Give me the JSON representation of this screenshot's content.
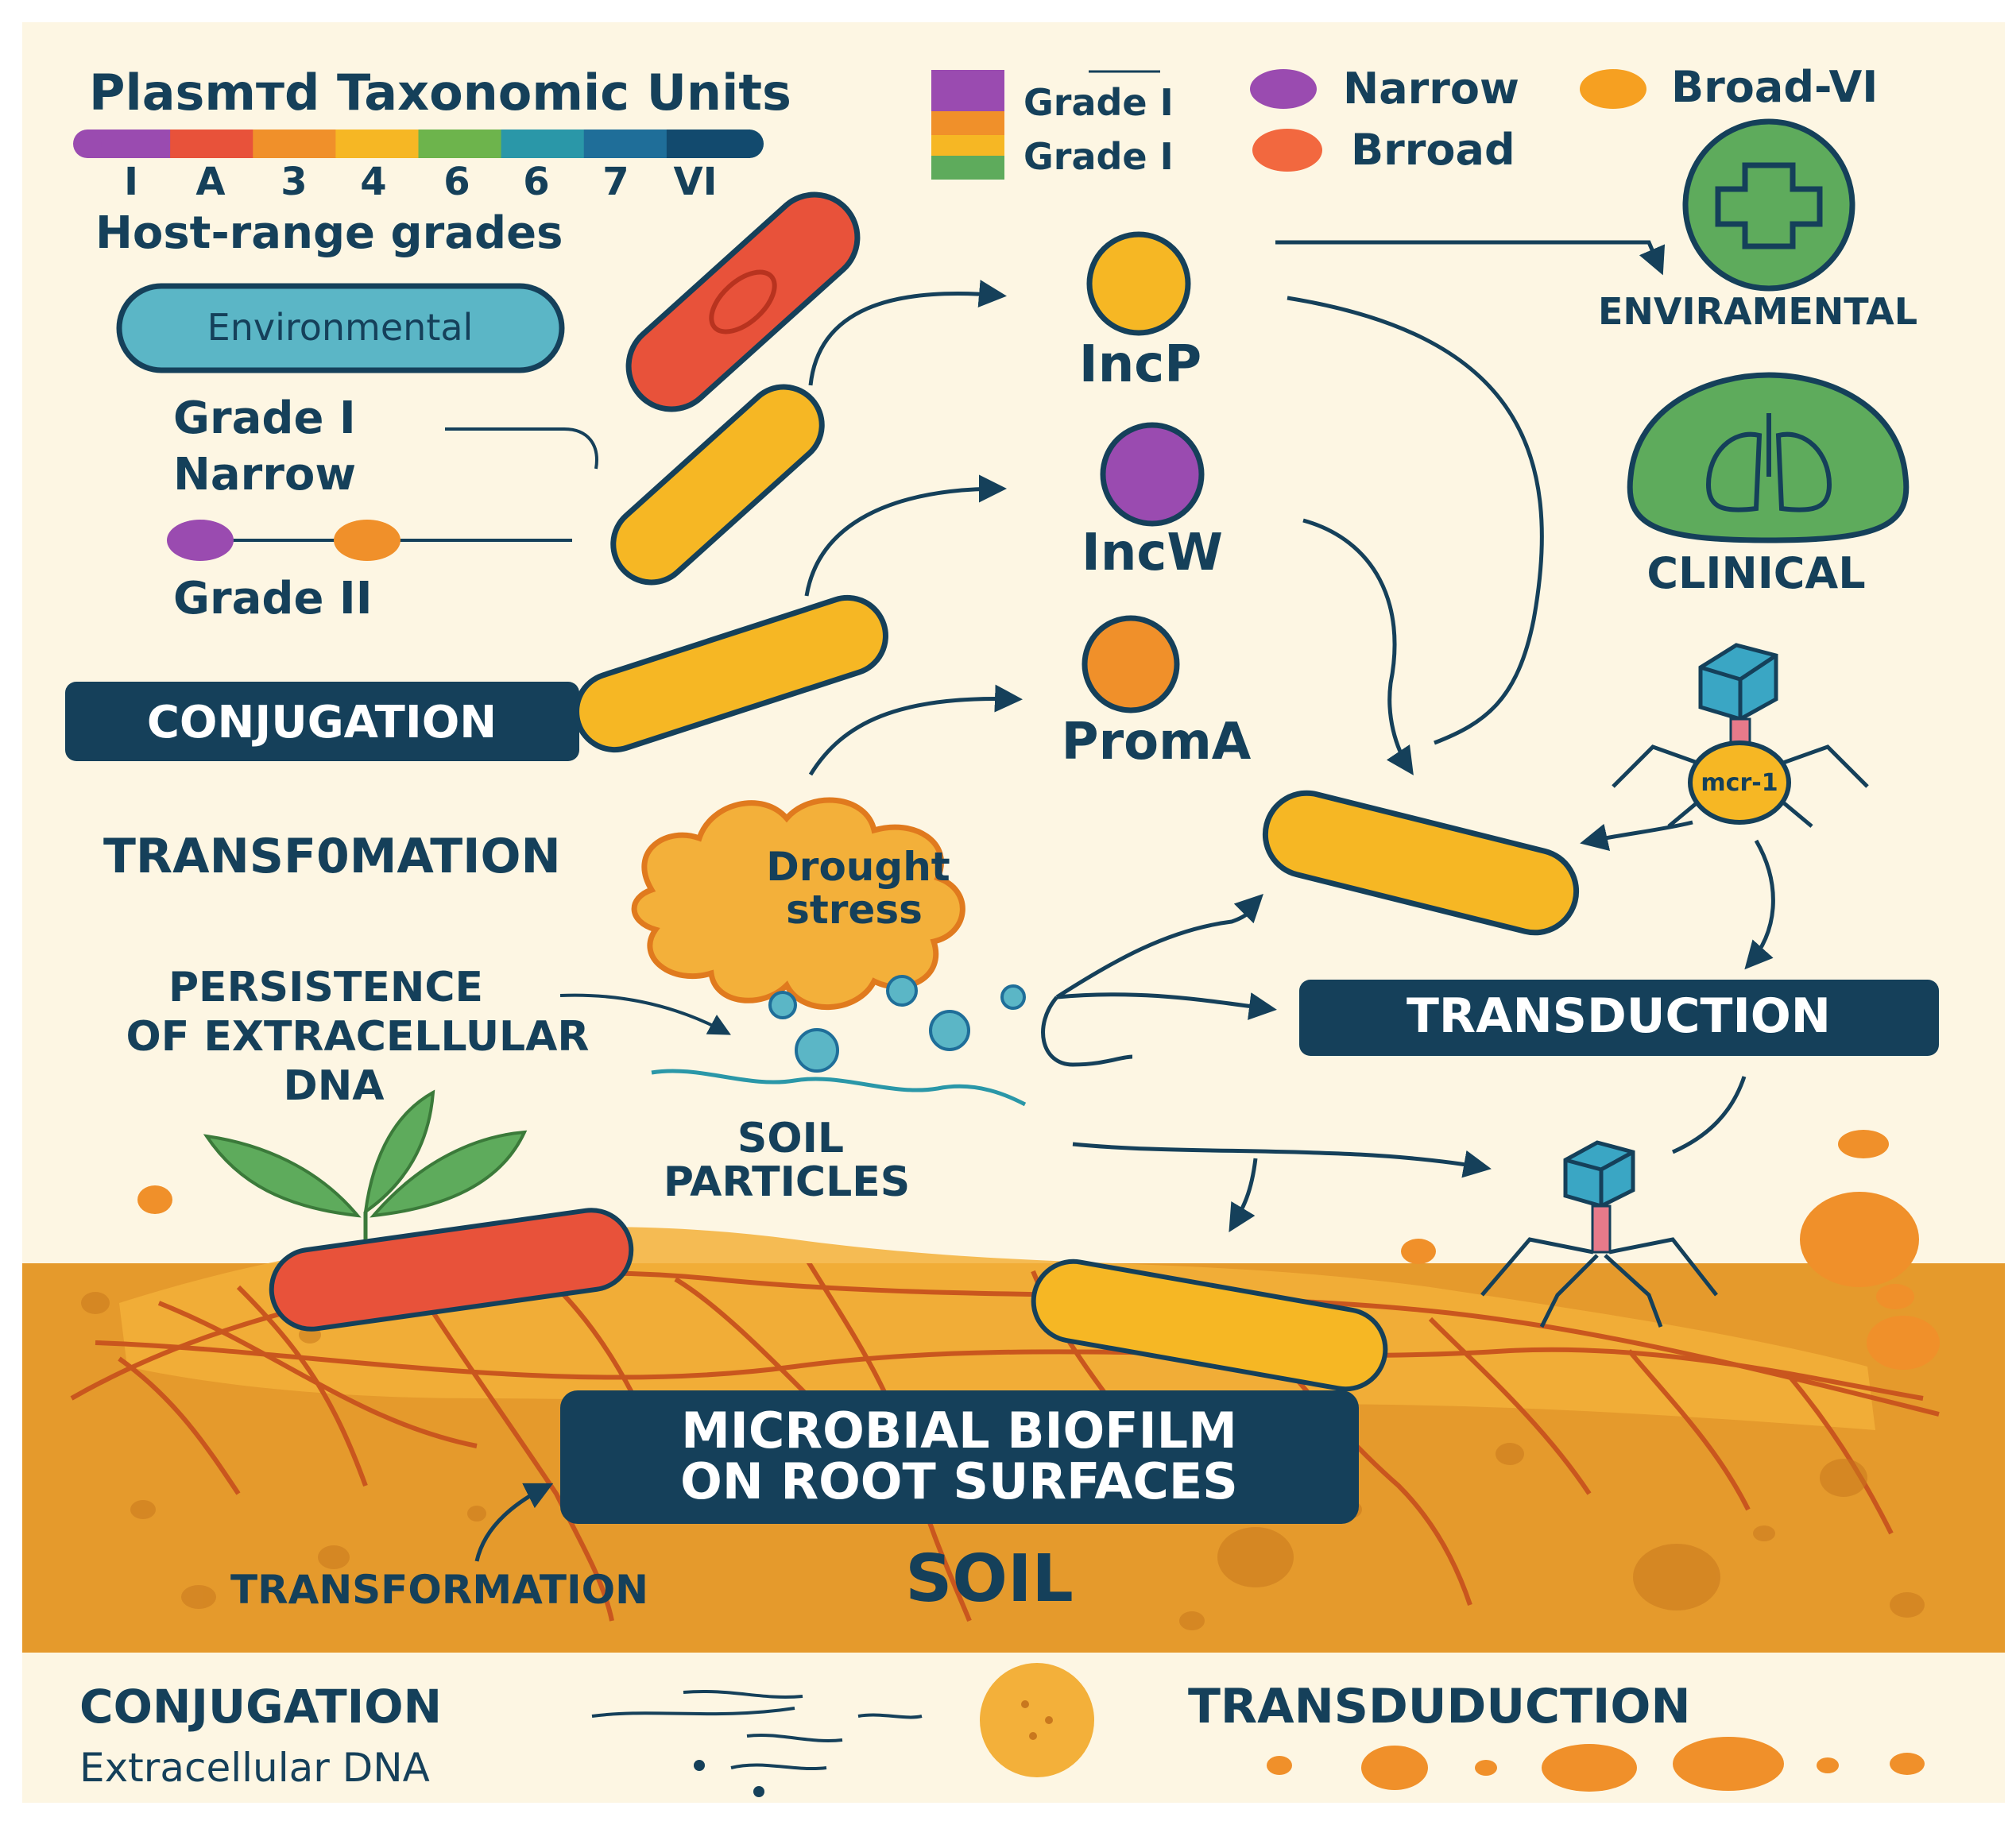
{
  "legend": {
    "title": "Plasmтd Taxonomic Units",
    "scale_labels": [
      "I",
      "A",
      "3",
      "4",
      "6",
      "6",
      "7",
      "VI"
    ],
    "scale_colors": [
      "#9a4bb0",
      "#e8523a",
      "#f0902a",
      "#f6b724",
      "#6db44c",
      "#2a97a8",
      "#1f6e99",
      "#124a6e"
    ],
    "subtitle": "Host-range grades",
    "swatch_1": "Grade I",
    "swatch_2": "Grade I",
    "narrow": "Narrow",
    "broad_vi": "Broad-VI",
    "broad": "Brroad"
  },
  "left": {
    "environmental": "Environmental",
    "grade_1": "Grade I",
    "narrow": "Narrow",
    "grade_2": "Grade II",
    "conjugation": "CONJUGATION",
    "transformation": "TRANSF0MATION",
    "persistence": [
      "PERSISTENCE",
      "OF EXTRACELLULAR",
      "DNA"
    ]
  },
  "plasmids": {
    "incp": "IncP",
    "incw": "IncW",
    "proma": "PromA"
  },
  "drought": [
    "Drought",
    "stress"
  ],
  "soil_particles": [
    "SOIL",
    "PARTICLES"
  ],
  "right": {
    "enviramental": "ENVIRAMENTAL",
    "clinical": "CLINICAL",
    "mcr": "mcr-1",
    "transduction": "TRANSDUCTION"
  },
  "soil": {
    "biofilm": [
      "MICROBIAL BIOFILM",
      "ON ROOT SURFACES"
    ],
    "label": "SOIL",
    "transformation": "TRANSFORMATION"
  },
  "footer": {
    "conjugation": "CONJUGATION",
    "extracellular": "Extracellular DNA",
    "transduction": "TRANSDUDUCTION"
  },
  "colors": {
    "background": "#fdf6e3",
    "red": "#e8523a",
    "yellow": "#f6b724",
    "orange": "#f0902a",
    "purple": "#9a4bb0",
    "navy": "#15405a",
    "teal": "#5bb6c6",
    "green": "#5eab5c",
    "soil": "#e59a2c"
  }
}
